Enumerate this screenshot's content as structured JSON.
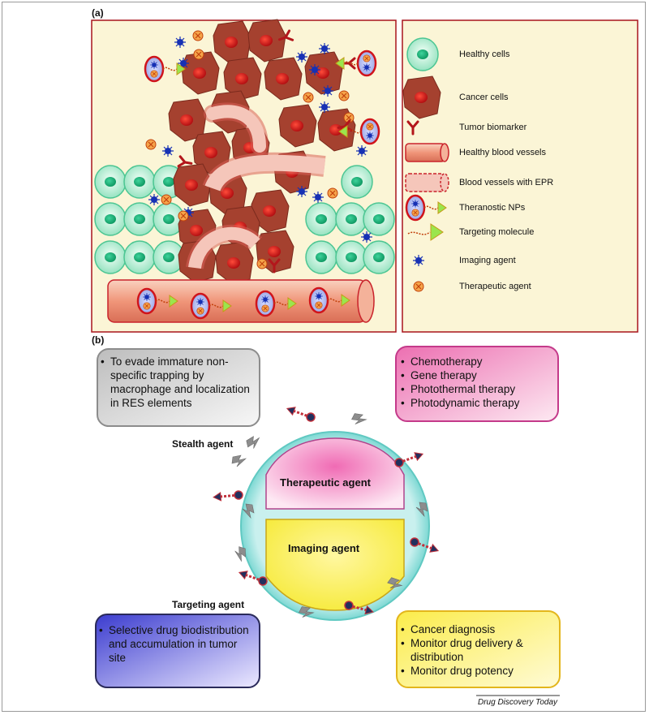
{
  "panel_a_label": "(a)",
  "panel_b_label": "(b)",
  "legend": [
    {
      "icon": "healthy-cell-icon",
      "label": "Healthy cells"
    },
    {
      "icon": "cancer-cell-icon",
      "label": "Cancer cells"
    },
    {
      "icon": "tumor-biomarker-icon",
      "label": "Tumor biomarker"
    },
    {
      "icon": "healthy-vessel-icon",
      "label": "Healthy blood vessels"
    },
    {
      "icon": "epr-vessel-icon",
      "label": "Blood vessels with EPR"
    },
    {
      "icon": "theranostic-np-icon",
      "label": "Theranostic NPs"
    },
    {
      "icon": "targeting-molecule-icon",
      "label": "Targeting molecule"
    },
    {
      "icon": "imaging-agent-icon",
      "label": "Imaging agent"
    },
    {
      "icon": "therapeutic-agent-icon",
      "label": "Therapeutic agent"
    }
  ],
  "boxes": {
    "stealth": [
      "To evade immature non-specific trapping by macrophage and localization in RES elements"
    ],
    "therapy": [
      "Chemotherapy",
      "Gene therapy",
      "Photothermal therapy",
      "Photodynamic therapy"
    ],
    "targeting": [
      "Selective drug biodistribution and accumulation in tumor site"
    ],
    "imaging": [
      "Cancer diagnosis",
      "Monitor drug delivery & distribution",
      "Monitor drug potency"
    ]
  },
  "labels": {
    "stealth_agent": "Stealth agent",
    "targeting_agent": "Targeting agent",
    "therapeutic_agent": "Therapeutic agent",
    "imaging_agent": "Imaging agent"
  },
  "source": "Drug Discovery Today",
  "colors": {
    "panel_bg": "#fbf5d6",
    "panel_border": "#a8141b",
    "cancer": "#a5412f",
    "healthy": "#c8f2dc",
    "vessel": "#f1a58a",
    "stealth_box": "#e6e6e6",
    "therapy_box": "#f3a9cf",
    "targeting_box": "#6a62de",
    "imaging_box": "#fbf58c"
  }
}
